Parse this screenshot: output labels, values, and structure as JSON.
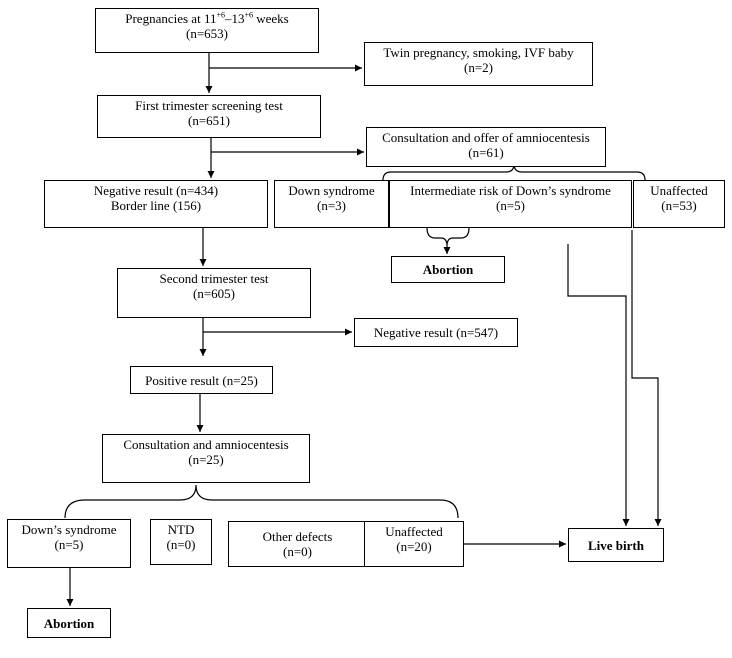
{
  "nodes": {
    "start": {
      "line1_prefix": "Pregnancies at 11",
      "sup1": "+6",
      "line1_mid": "–13",
      "sup2": "+6",
      "line1_suffix": " weeks",
      "line2": "(n=653)"
    },
    "excluded": {
      "line1": "Twin pregnancy, smoking, IVF baby",
      "line2": "(n=2)"
    },
    "first_trimester": {
      "line1": "First trimester screening test",
      "line2": "(n=651)"
    },
    "consult_1": {
      "line1": "Consultation and offer of amniocentesis",
      "line2": "(n=61)"
    },
    "negative_border": {
      "line1": "Negative result (n=434)",
      "line2": "Border line (156)"
    },
    "down_1": {
      "line1": "Down syndrome",
      "line2": "(n=3)"
    },
    "intermediate": {
      "line1": "Intermediate risk of Down’s syndrome",
      "line2": "(n=5)"
    },
    "unaffected_1": {
      "line1": "Unaffected",
      "line2": "(n=53)"
    },
    "abortion_1": {
      "line1": "Abortion"
    },
    "second_trimester": {
      "line1": "Second trimester test",
      "line2": "(n=605)"
    },
    "negative_2": {
      "line1": "Negative result (n=547)"
    },
    "positive": {
      "line1": "Positive result (n=25)"
    },
    "consult_2": {
      "line1": "Consultation and amniocentesis",
      "line2": "(n=25)"
    },
    "down_2": {
      "line1": "Down’s syndrome",
      "line2": "(n=5)"
    },
    "ntd": {
      "line1": "NTD",
      "line2": "(n=0)"
    },
    "other_defects": {
      "line1": "Other defects",
      "line2": "(n=0)"
    },
    "unaffected_2": {
      "line1": "Unaffected",
      "line2": "(n=20)"
    },
    "live_birth": {
      "line1": "Live birth"
    },
    "abortion_2": {
      "line1": "Abortion"
    }
  },
  "colors": {
    "line": "#000000",
    "box_border": "#000000",
    "background": "#ffffff"
  }
}
